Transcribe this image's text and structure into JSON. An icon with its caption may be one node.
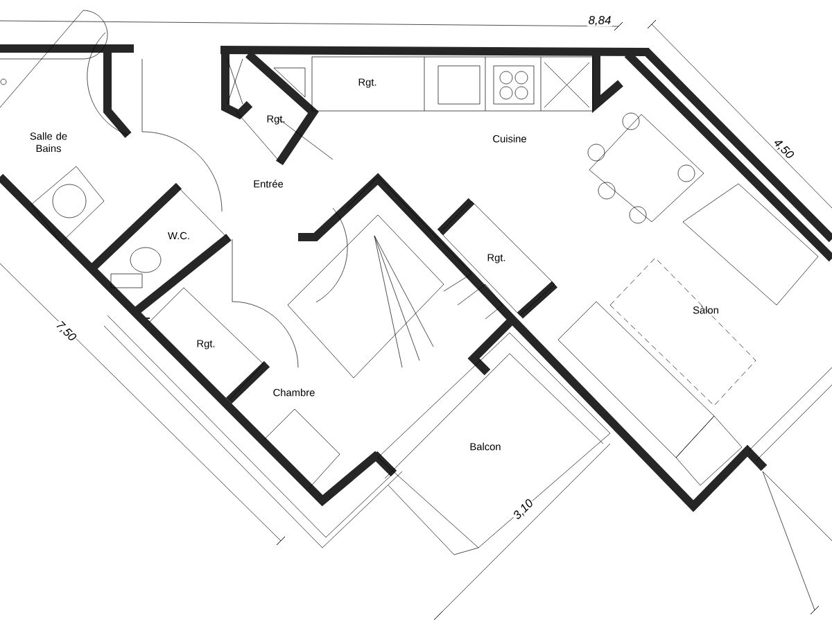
{
  "diagram": {
    "labels": [
      "8,84",
      "Rgt.",
      "Salle de Bains",
      "Rgt.",
      "Cuisine",
      "4,50",
      "Entrée",
      "W.C.",
      "Rgt.",
      "Sàlon",
      "7,50",
      "Rgt.",
      "Chambre",
      "Balcon",
      "3,10"
    ]
  }
}
